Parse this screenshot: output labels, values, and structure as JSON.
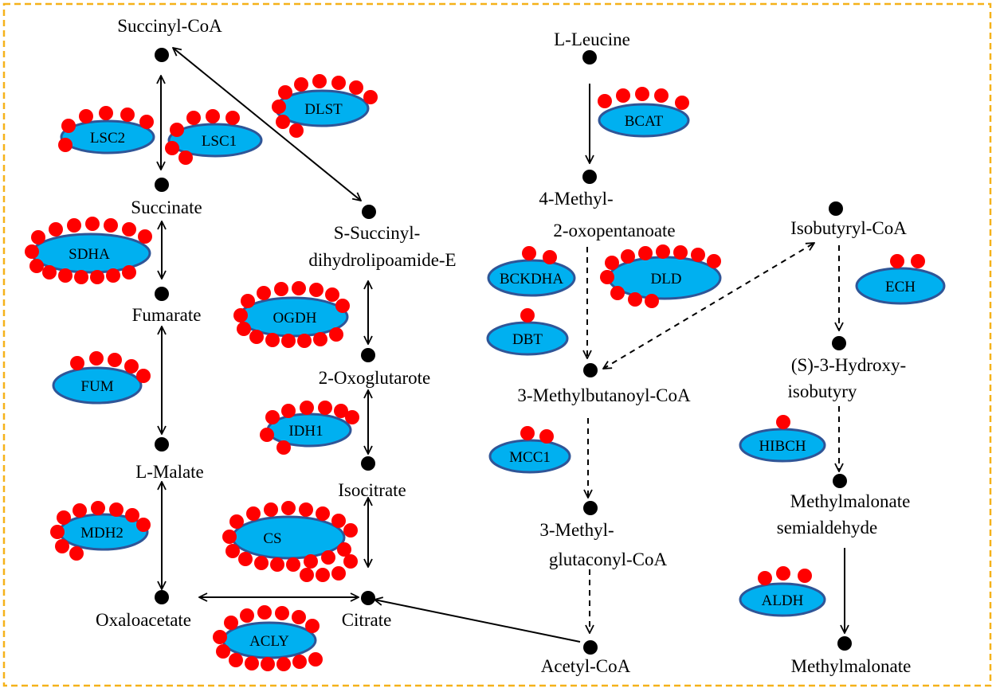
{
  "colors": {
    "border": "#f5b21a",
    "enzyme_fill": "#00b0f0",
    "enzyme_stroke": "#2f5597",
    "site_dot": "#ff0000",
    "node": "#000000",
    "arrow": "#000000"
  },
  "metabolites": {
    "succinyl_coa": "Succinyl-CoA",
    "succinate": "Succinate",
    "fumarate": "Fumarate",
    "l_malate": "L-Malate",
    "oxaloacetate": "Oxaloacetate",
    "s_succinyl_1": "S-Succinyl-",
    "s_succinyl_2": "dihydrolipoamide-E",
    "oxoglutarate": "2-Oxoglutarote",
    "isocitrate": "Isocitrate",
    "citrate": "Citrate",
    "l_leucine": "L-Leucine",
    "methyl_oxo_1": "4-Methyl-",
    "methyl_oxo_2": "2-oxopentanoate",
    "methylbutanoyl": "3-Methylbutanoyl-CoA",
    "methylglut_1": "3-Methyl-",
    "methylglut_2": "glutaconyl-CoA",
    "acetyl_coa": "Acetyl-CoA",
    "isobutyryl_coa": "Isobutyryl-CoA",
    "hydroxy_1": "(S)-3-Hydroxy-",
    "hydroxy_2": "isobutyry",
    "mms_1": "Methylmalonate",
    "mms_2": "semialdehyde",
    "methylmalonate": "Methylmalonate"
  },
  "enzymes": {
    "lsc2": "LSC2",
    "lsc1": "LSC1",
    "dlst": "DLST",
    "sdha": "SDHA",
    "ogdh": "OGDH",
    "fum": "FUM",
    "idh1": "IDH1",
    "mdh2": "MDH2",
    "cs": "CS",
    "acly": "ACLY",
    "bcat": "BCAT",
    "bckdha": "BCKDHA",
    "dld": "DLD",
    "dbt": "DBT",
    "mcc1": "MCC1",
    "ech": "ECH",
    "hibch": "HIBCH",
    "aldh": "ALDH"
  }
}
